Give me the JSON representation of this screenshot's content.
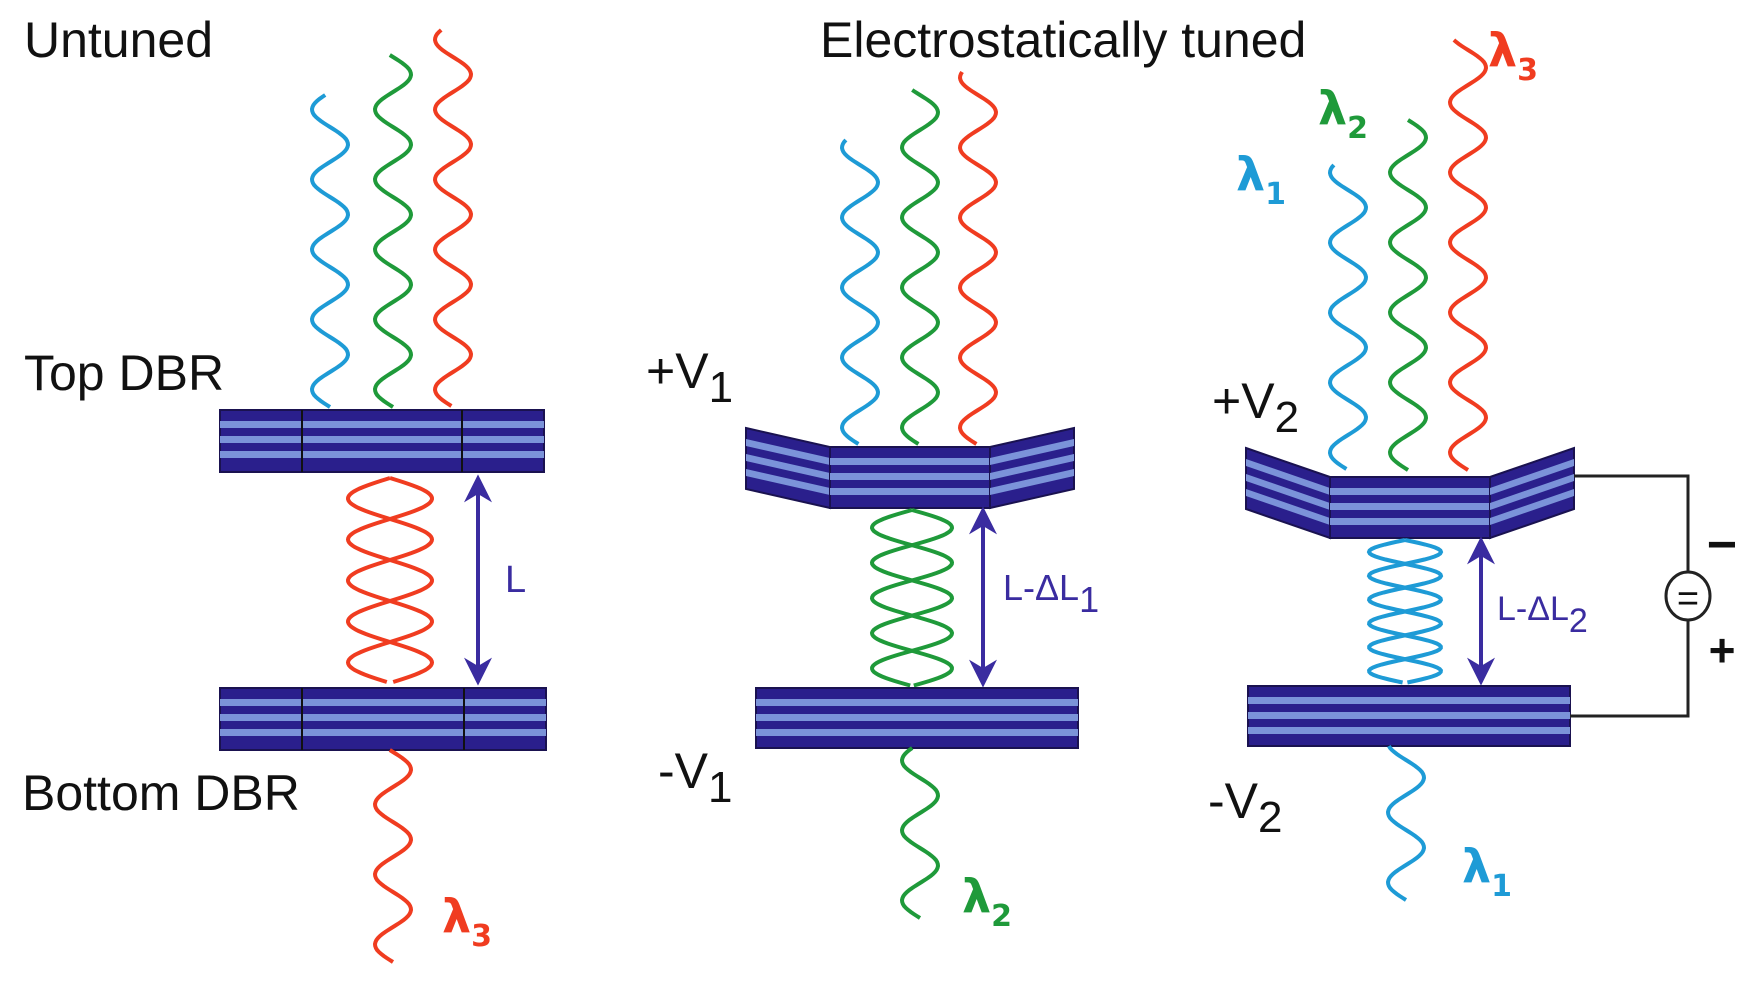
{
  "colors": {
    "lambda1": "#1e9bd6",
    "lambda2": "#1f9a3a",
    "lambda3": "#f03c20",
    "dbr_body": "#2a1f8c",
    "dbr_layer": "#7b93d9",
    "arrow": "#3a2ca0",
    "wire": "#222222"
  },
  "headings": {
    "untuned": "Untuned",
    "tuned": "Electrostatically tuned"
  },
  "panel_untuned": {
    "top_mirror_label": "Top DBR",
    "bottom_mirror_label": "Bottom DBR",
    "gap_label": "L",
    "output": {
      "symbol": "λ",
      "sub": "3"
    }
  },
  "panel_tuned_1": {
    "top_voltage": {
      "text": "+V",
      "sub": "1"
    },
    "bottom_voltage": {
      "text": "-V",
      "sub": "1"
    },
    "gap_label": {
      "text": "L-ΔL",
      "sub": "1"
    },
    "output": {
      "symbol": "λ",
      "sub": "2"
    }
  },
  "panel_tuned_2": {
    "top_voltage": {
      "text": "+V",
      "sub": "2"
    },
    "bottom_voltage": {
      "text": "-V",
      "sub": "2"
    },
    "gap_label": {
      "text": "L-ΔL",
      "sub": "2"
    },
    "output": {
      "symbol": "λ",
      "sub": "1"
    },
    "inputs": [
      {
        "symbol": "λ",
        "sub": "1"
      },
      {
        "symbol": "λ",
        "sub": "2"
      },
      {
        "symbol": "λ",
        "sub": "3"
      }
    ],
    "source": {
      "minus": "−",
      "plus": "+",
      "glyph": "="
    }
  }
}
